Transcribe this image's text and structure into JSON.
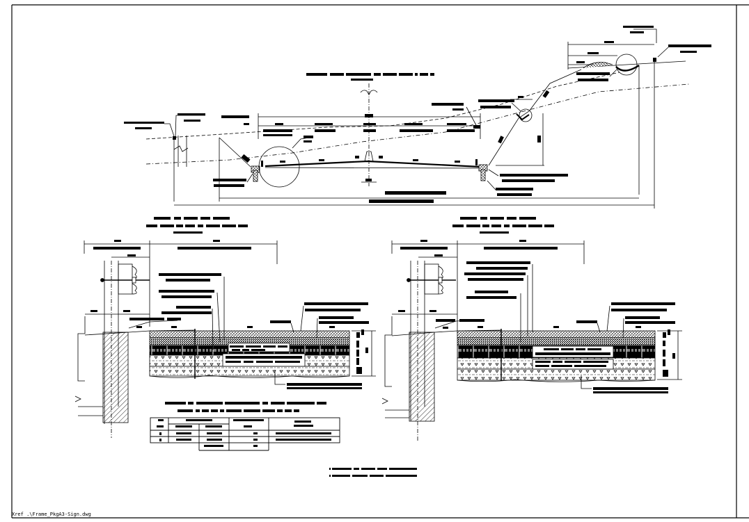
{
  "drawing": {
    "type": "CAD road cross-section drawing",
    "file_path": "Xref .\\Frame_PkgA3-Sign.dwg",
    "text_state": "redacted",
    "colors": {
      "background": "#ffffff",
      "ink": "#000000"
    },
    "views": [
      {
        "id": "typical-cross-section",
        "title": "[redacted]",
        "subtitle": "[redacted]"
      },
      {
        "id": "pavement-detail-left",
        "title": "[redacted]",
        "subtitle": "[redacted]",
        "scale_note": "[redacted]"
      },
      {
        "id": "pavement-detail-right",
        "title": "[redacted]",
        "subtitle": "[redacted]",
        "scale_note": "[redacted]"
      }
    ],
    "table": {
      "title": "[redacted]",
      "subtitle": "[redacted]",
      "rows": 5,
      "columns": 5
    },
    "notes": [
      "[redacted]",
      "[redacted]"
    ]
  }
}
